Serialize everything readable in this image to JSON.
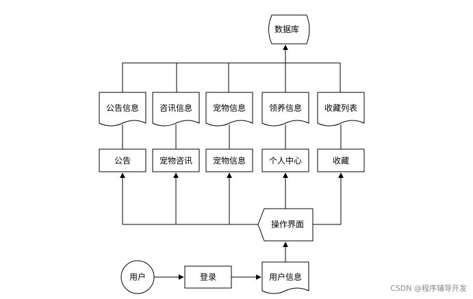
{
  "database": "数据库",
  "documents": [
    "公告信息",
    "咨讯信息",
    "宠物信息",
    "领养信息",
    "收藏列表"
  ],
  "modules": [
    "公告",
    "宠物咨讯",
    "宠物信息",
    "个人中心",
    "收藏"
  ],
  "interface": "操作界面",
  "start_node": "用户",
  "login": "登录",
  "user_info": "用户信息",
  "watermark": "CSDN @程序辅导开发"
}
